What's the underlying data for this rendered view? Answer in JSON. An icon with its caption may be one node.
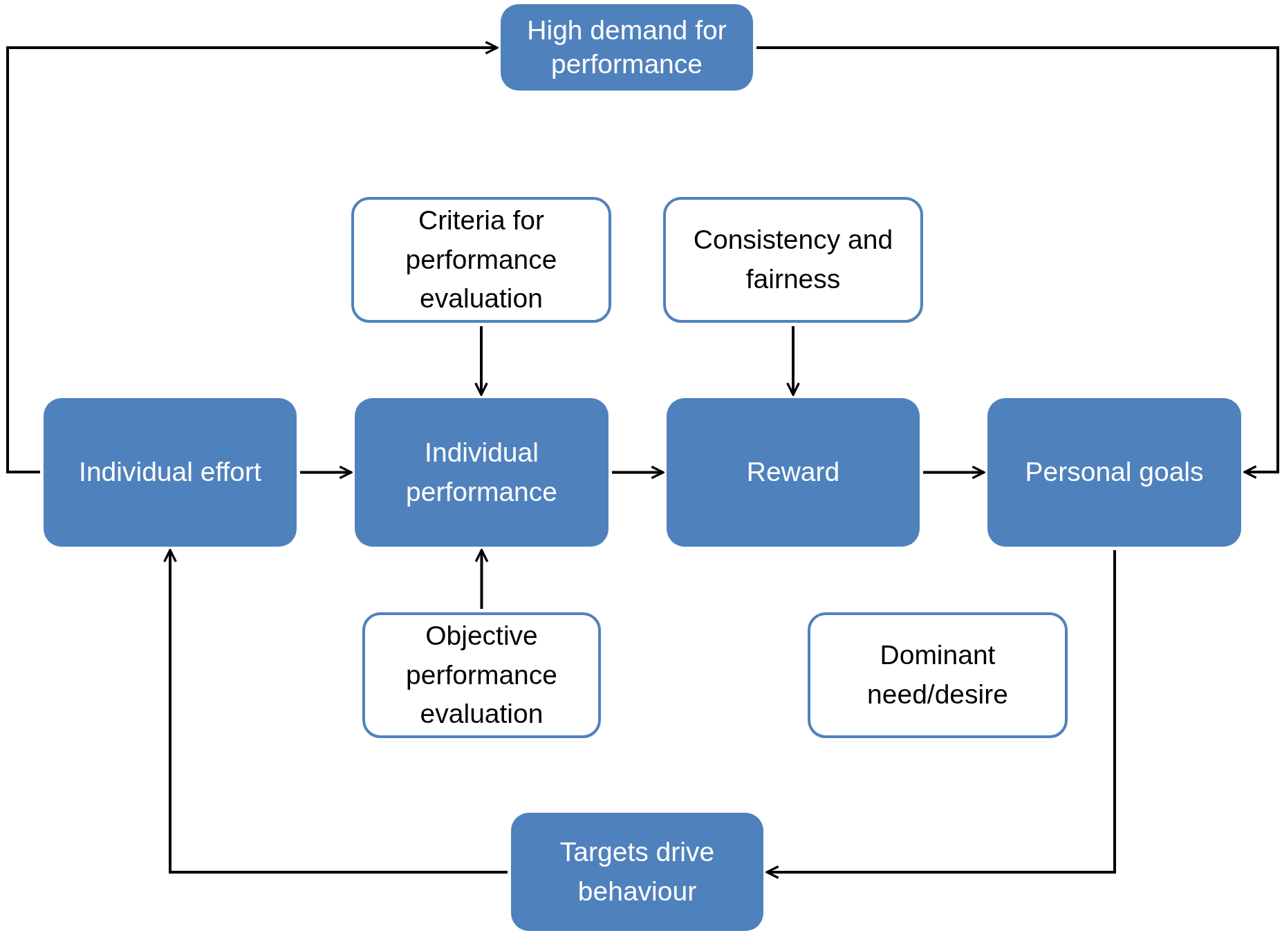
{
  "diagram": {
    "nodes": [
      {
        "text": [
          "High demand for performance"
        ]
      },
      {
        "text": [
          "Criteria for performance evaluation"
        ]
      },
      {
        "text": [
          "Consistency and fairness"
        ]
      },
      {
        "text": [
          "Individual effort"
        ]
      },
      {
        "text": [
          "Individual performance"
        ]
      },
      {
        "text": [
          "Reward"
        ]
      },
      {
        "text": [
          "Personal goals"
        ]
      },
      {
        "text": [
          "Objective performance evaluation"
        ]
      },
      {
        "text": [
          "Dominant need/desire"
        ]
      },
      {
        "text": [
          "Targets drive behaviour"
        ]
      }
    ],
    "edges": [
      {
        "from": 3,
        "to": 0,
        "arrow": "to"
      },
      {
        "from": 0,
        "to": 6,
        "arrow": "to"
      },
      {
        "from": 3,
        "to": 4,
        "arrow": "to"
      },
      {
        "from": 4,
        "to": 5,
        "arrow": "to"
      },
      {
        "from": 5,
        "to": 6,
        "arrow": "to"
      },
      {
        "from": 1,
        "to": 4,
        "arrow": "to"
      },
      {
        "from": 2,
        "to": 5,
        "arrow": "to"
      },
      {
        "from": 7,
        "to": 4,
        "arrow": "to"
      },
      {
        "from": 6,
        "to": 9,
        "arrow": "to"
      },
      {
        "from": 9,
        "to": 3,
        "arrow": "to"
      }
    ]
  }
}
